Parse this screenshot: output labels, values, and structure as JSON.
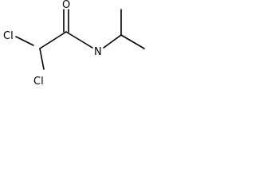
{
  "molecule": {
    "atoms": {
      "oxygen": "O",
      "nitrogen": "N",
      "chlorine_upper": "Cl",
      "chlorine_lower": "Cl"
    }
  }
}
